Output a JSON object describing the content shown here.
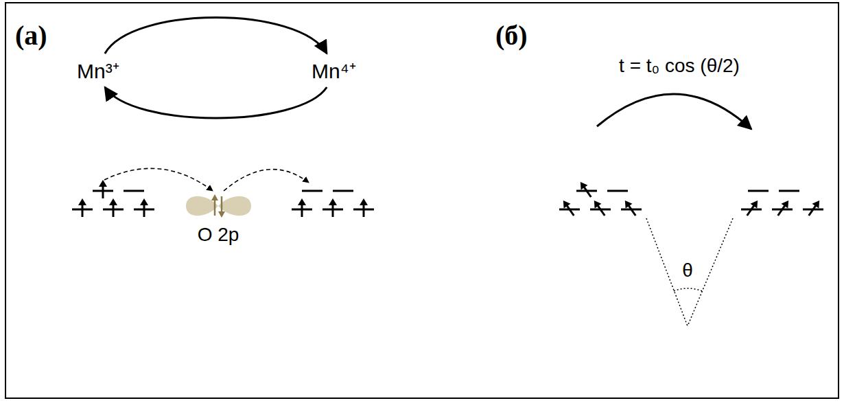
{
  "diagram": {
    "nodes": [
      {
        "text": [
          "Mn³⁺"
        ]
      },
      {
        "text": [
          "Mn⁴⁺"
        ]
      }
    ],
    "edges": [
      {
        "from": 0,
        "to": 1,
        "arrow": "to"
      },
      {
        "from": 1,
        "to": 0,
        "arrow": "to"
      }
    ],
    "labels": [
      "(a)",
      "O 2p",
      "(б)",
      "t = t₀ cos (θ/2)",
      "θ"
    ]
  }
}
